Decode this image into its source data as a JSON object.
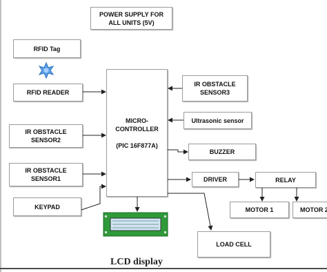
{
  "blocks": {
    "power_supply": "POWER SUPPLY FOR\nALL UNITS (5V)",
    "rfid_tag": "RFID Tag",
    "rfid_reader": "RFID READER",
    "ir_sensor2": "IR OBSTACLE\nSENSOR2",
    "ir_sensor1": "IR OBSTACLE\nSENSOR1",
    "keypad": "KEYPAD",
    "microcontroller": "MICRO-\nCONTROLLER\n\n(PIC 16F877A)",
    "ir_sensor3": "IR OBSTACLE\nSENSOR3",
    "ultrasonic": "Ultrasonic sensor",
    "buzzer": "BUZZER",
    "driver": "DRIVER",
    "relay": "RELAY",
    "motor1": "MOTOR 1",
    "motor2": "MOTOR 2",
    "load_cell": "LOAD CELL",
    "lcd_label": "LCD display"
  },
  "colors": {
    "border": "#9a9a9a",
    "line": "#222222",
    "lcd_green": "#2f9a3a",
    "star": "#5aa0e8"
  },
  "icons": {
    "rfid_signal": "starburst-icon",
    "lcd": "lcd-module-icon"
  }
}
